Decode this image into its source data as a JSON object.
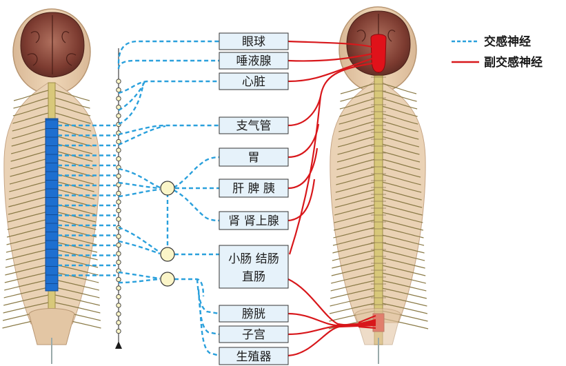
{
  "colors": {
    "sympathetic": "#2aa0dc",
    "parasympathetic": "#d8171b",
    "box_fill": "#e6f2fa",
    "box_stroke": "#333333",
    "ganglion_fill": "#fbf5c8",
    "spine_highlight": "#1e6fd0"
  },
  "legend": {
    "sympathetic_label": "交感神经",
    "parasympathetic_label": "副交感神经"
  },
  "organs": [
    {
      "id": "eye",
      "label": "眼球"
    },
    {
      "id": "salivary",
      "label": "唾液腺"
    },
    {
      "id": "heart",
      "label": "心脏"
    },
    {
      "id": "bronchi",
      "label": "支气管"
    },
    {
      "id": "stomach",
      "label": "胃"
    },
    {
      "id": "liver",
      "label": "肝 脾 胰"
    },
    {
      "id": "kidney",
      "label": "肾 肾上腺"
    },
    {
      "id": "intestine",
      "label_line1": "小肠 结肠",
      "label_line2": "直肠"
    },
    {
      "id": "bladder",
      "label": "膀胱"
    },
    {
      "id": "uterus",
      "label": "子宫"
    },
    {
      "id": "genitals",
      "label": "生殖器"
    }
  ]
}
